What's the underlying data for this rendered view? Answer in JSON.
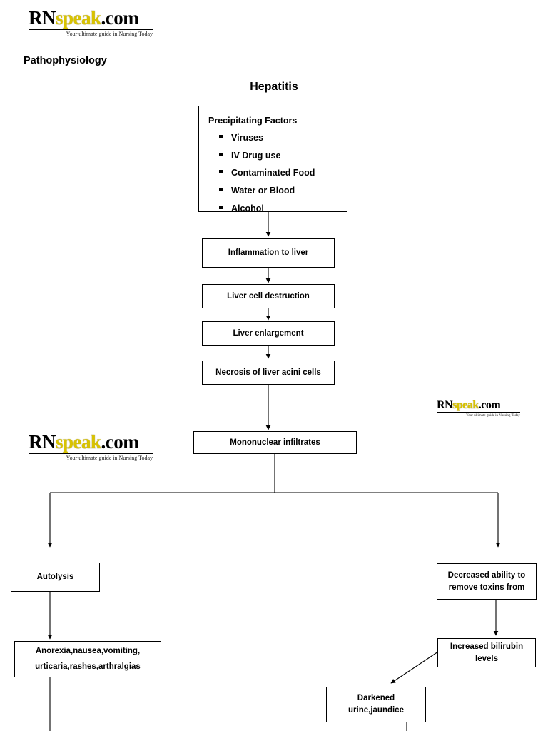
{
  "page": {
    "subtitle": "Pathophysiology",
    "title": "Hepatitis"
  },
  "logo": {
    "part1": "RN",
    "part2": "speak",
    "part3": ".com",
    "tagline": "Your ultimate guide in Nursing Today"
  },
  "flowchart": {
    "type": "flowchart",
    "nodes": [
      {
        "id": "precipitating-factors",
        "title": "Precipitating Factors",
        "items": [
          "Viruses",
          "IV Drug use",
          "Contaminated Food",
          "Water or Blood",
          "Alcohol"
        ]
      },
      {
        "id": "inflammation-to-liver",
        "label": "Inflammation to liver"
      },
      {
        "id": "liver-cell-destruction",
        "label": "Liver cell destruction"
      },
      {
        "id": "liver-enlargement",
        "label": "Liver enlargement"
      },
      {
        "id": "necrosis-of-liver-acini-cells",
        "label": "Necrosis of liver acini cells"
      },
      {
        "id": "mononuclear-infiltrates",
        "label": "Mononuclear infiltrates"
      },
      {
        "id": "autolysis",
        "label": "Autolysis"
      },
      {
        "id": "decreased-ability",
        "line1": "Decreased ability to",
        "line2": "remove toxins from"
      },
      {
        "id": "anorexia",
        "line1": "Anorexia,nausea,vomiting,",
        "line2": "urticaria,rashes,arthralgias"
      },
      {
        "id": "increased-bilirubin",
        "line1": "Increased bilirubin",
        "line2": "levels"
      },
      {
        "id": "darkened-urine",
        "line1": "Darkened",
        "line2": "urine,jaundice"
      }
    ]
  }
}
